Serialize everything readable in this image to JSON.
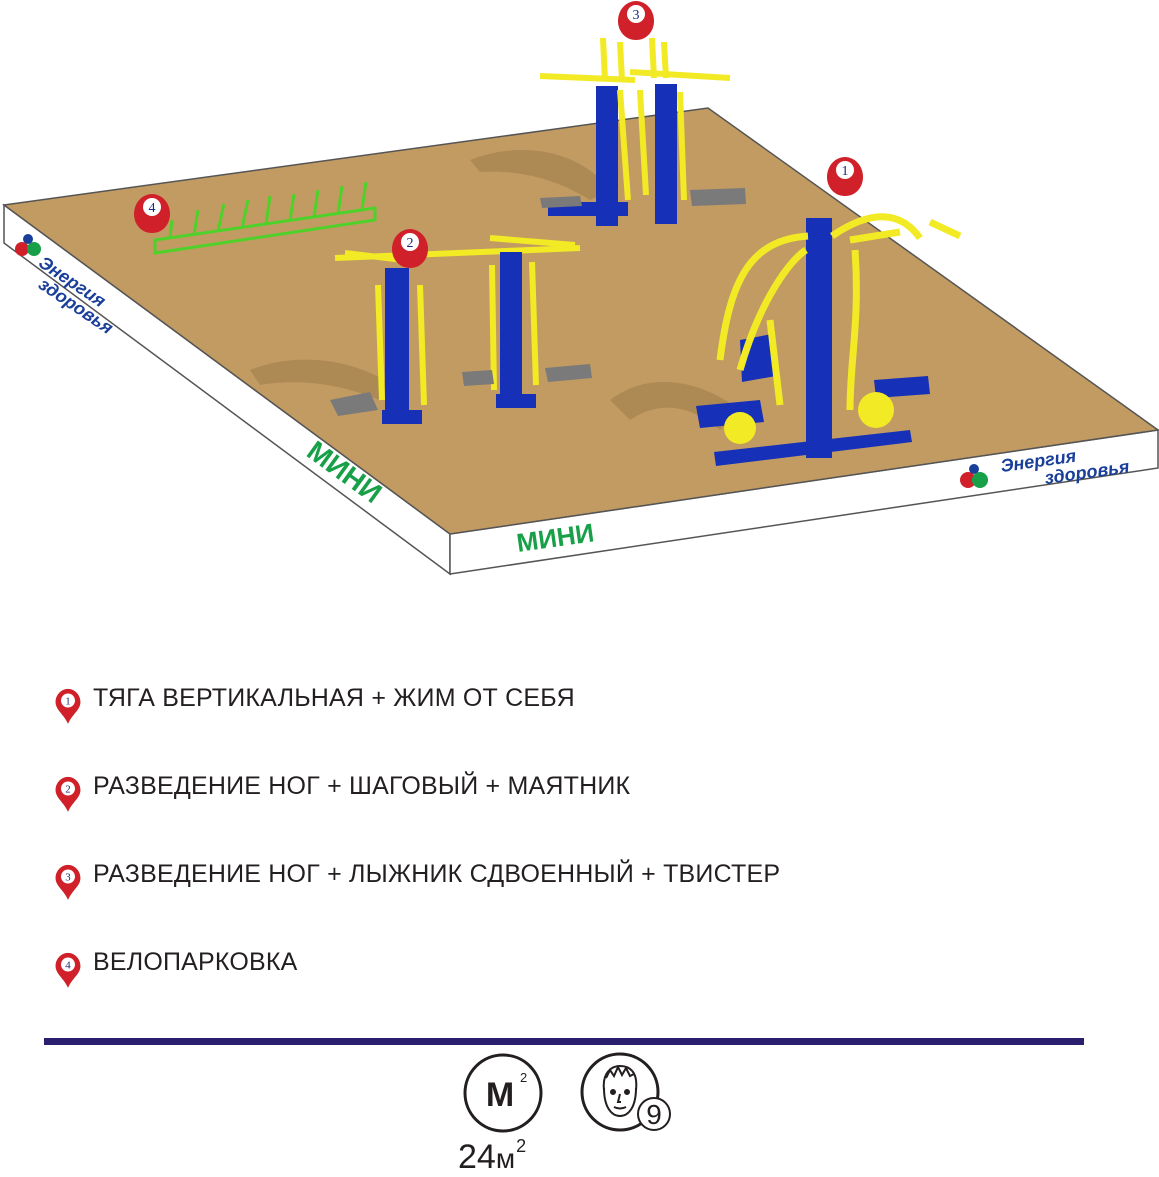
{
  "scene": {
    "brand_line1": "Энергия",
    "brand_line2": "здоровья",
    "edge_label": "МИНИ",
    "markers": [
      {
        "num": "1"
      },
      {
        "num": "2"
      },
      {
        "num": "3"
      },
      {
        "num": "4"
      }
    ],
    "colors": {
      "ground": "#c29b62",
      "frame_blue": "#1630b8",
      "frame_yellow": "#f2ea24",
      "bike_rack_green": "#4ed22a",
      "marker_red": "#d0202a",
      "label_green": "#18a048",
      "brand_blue": "#1a3f9a"
    }
  },
  "legend": [
    {
      "num": "1",
      "text": "ТЯГА ВЕРТИКАЛЬНАЯ + ЖИМ ОТ СЕБЯ"
    },
    {
      "num": "2",
      "text": "РАЗВЕДЕНИЕ НОГ + ШАГОВЫЙ + МАЯТНИК"
    },
    {
      "num": "3",
      "text": "РАЗВЕДЕНИЕ НОГ + ЛЫЖНИК СДВОЕННЫЙ + ТВИСТЕР"
    },
    {
      "num": "4",
      "text": "ВЕЛОПАРКОВКА"
    }
  ],
  "footer": {
    "area_icon_letter": "М",
    "area_icon_sup": "2",
    "area_value": "24",
    "area_unit": "м",
    "area_unit_sup": "2",
    "users_count": "9"
  }
}
